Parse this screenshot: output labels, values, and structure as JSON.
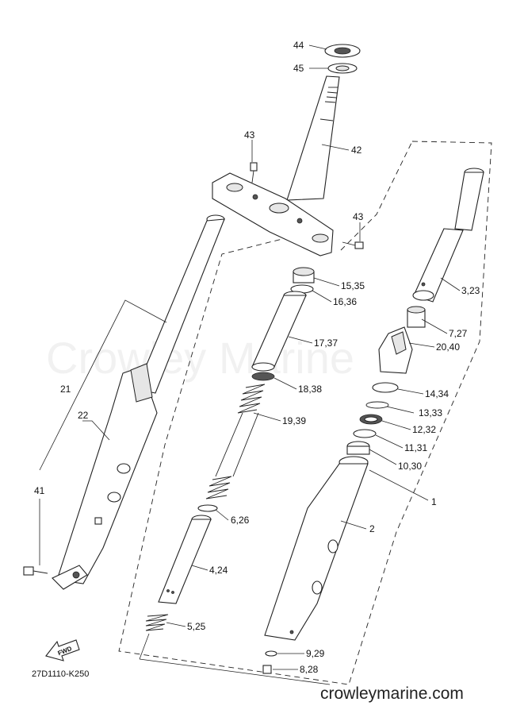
{
  "watermark": "Crowley Marine",
  "website": "crowleymarine.com",
  "diagram_code": "27D1110-K250",
  "fwd_label": "FWD",
  "part_labels": {
    "p44": "44",
    "p45": "45",
    "p42": "42",
    "p43a": "43",
    "p43b": "43",
    "p15": "15,35",
    "p16": "16,36",
    "p17": "17,37",
    "p18": "18,38",
    "p19": "19,39",
    "p6": "6,26",
    "p4": "4,24",
    "p5": "5,25",
    "p3": "3,23",
    "p7": "7,27",
    "p20": "20,40",
    "p14": "14,34",
    "p13": "13,33",
    "p12": "12,32",
    "p11": "11,31",
    "p10": "10,30",
    "p1": "1",
    "p2": "2",
    "p9": "9,29",
    "p8": "8,28",
    "p21": "21",
    "p22": "22",
    "p41": "41"
  }
}
